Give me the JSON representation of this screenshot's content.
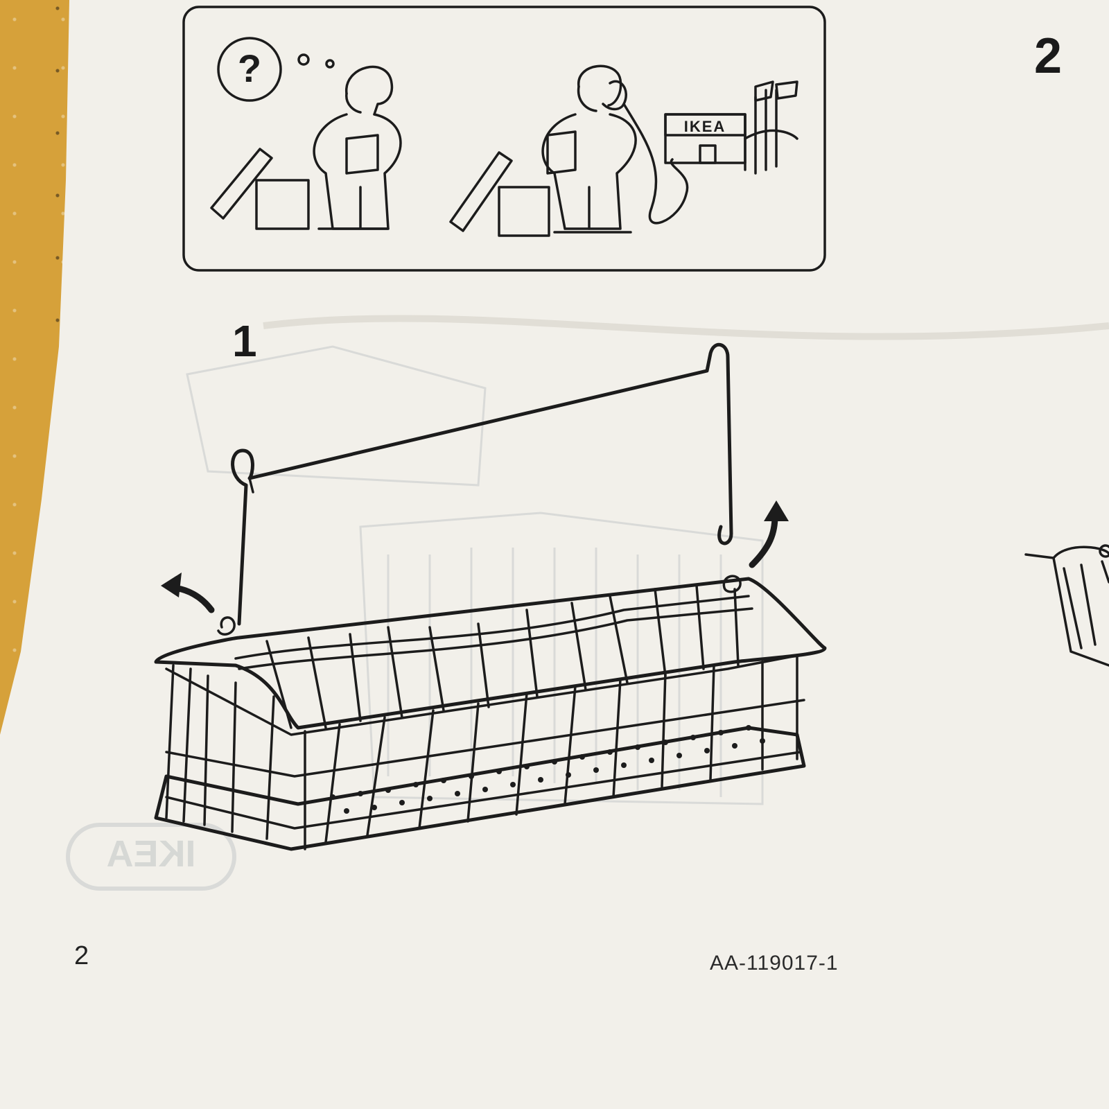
{
  "manual": {
    "page_number": "2",
    "document_code": "AA-119017-1",
    "header_store_sign": "IKEA",
    "help_symbol": "?",
    "ghost_logo": "IKEA",
    "steps": [
      {
        "number": "1"
      },
      {
        "number": "2"
      }
    ]
  },
  "icons": {
    "help_panel": "need-help-call-store-icon",
    "arrow_left": "curved-arrow-up-left-icon",
    "arrow_right": "curved-arrow-up-right-icon"
  },
  "colors": {
    "paper": "#f2f0ea",
    "ink": "#1c1c1c",
    "tablecloth": "#d6a13a"
  }
}
